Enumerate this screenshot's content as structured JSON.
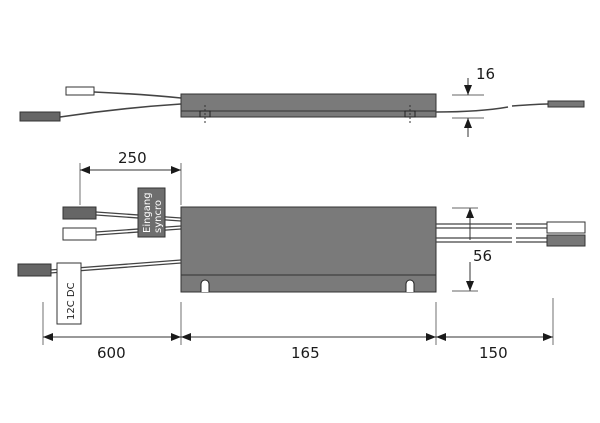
{
  "dimensions": {
    "height_top": "16",
    "cable_250": "250",
    "height_56": "56",
    "cable_600": "600",
    "length_165": "165",
    "cable_150": "150"
  },
  "labels": {
    "input_tag_line1": "Eingang",
    "input_tag_line2": "syncro",
    "power_tag": "12C DC"
  },
  "colors": {
    "body": "#7a7a7a",
    "line": "#1a1a1a"
  }
}
